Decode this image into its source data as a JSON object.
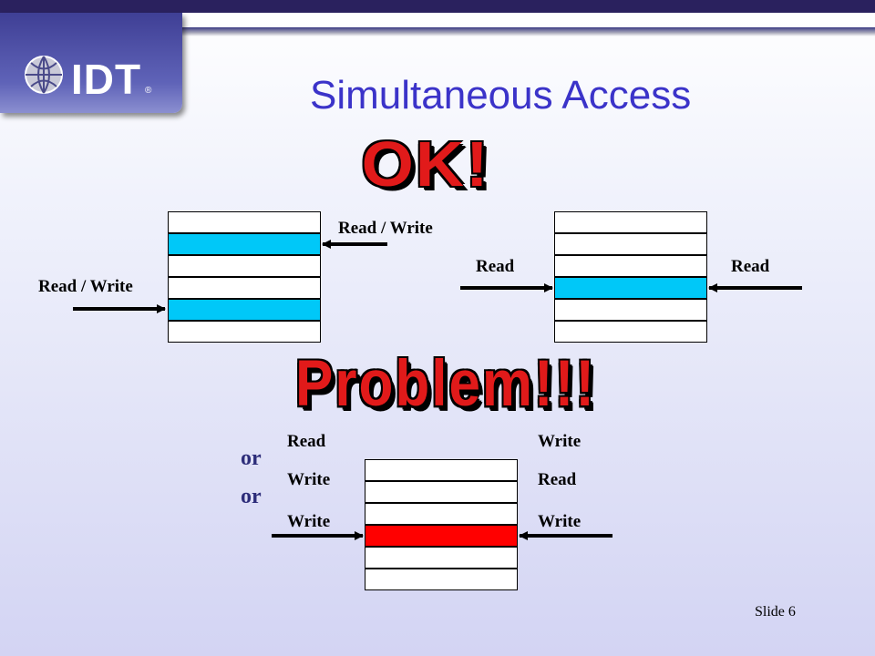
{
  "logo": {
    "text": "IDT",
    "registered": "®"
  },
  "title": "Simultaneous Access",
  "ok_banner": "OK!",
  "problem_banner": "Problem!!!",
  "colors": {
    "highlight": "#00c8f8",
    "conflict": "#ff0000",
    "cell": "#ffffff"
  },
  "diagram1": {
    "cells": [
      "empty",
      "highlight",
      "empty",
      "empty",
      "highlight",
      "empty"
    ],
    "right_label": "Read / Write",
    "left_label": "Read / Write"
  },
  "diagram2": {
    "cells": [
      "empty",
      "empty",
      "empty",
      "highlight",
      "empty",
      "empty"
    ],
    "left_label": "Read",
    "right_label": "Read"
  },
  "diagram3": {
    "cells": [
      "empty",
      "empty",
      "empty",
      "conflict",
      "empty",
      "empty"
    ],
    "left_labels": [
      "Read",
      "Write",
      "Write"
    ],
    "right_labels": [
      "Write",
      "Read",
      "Write"
    ],
    "or_labels": [
      "or",
      "or"
    ]
  },
  "footer": {
    "slide": "Slide 6"
  }
}
